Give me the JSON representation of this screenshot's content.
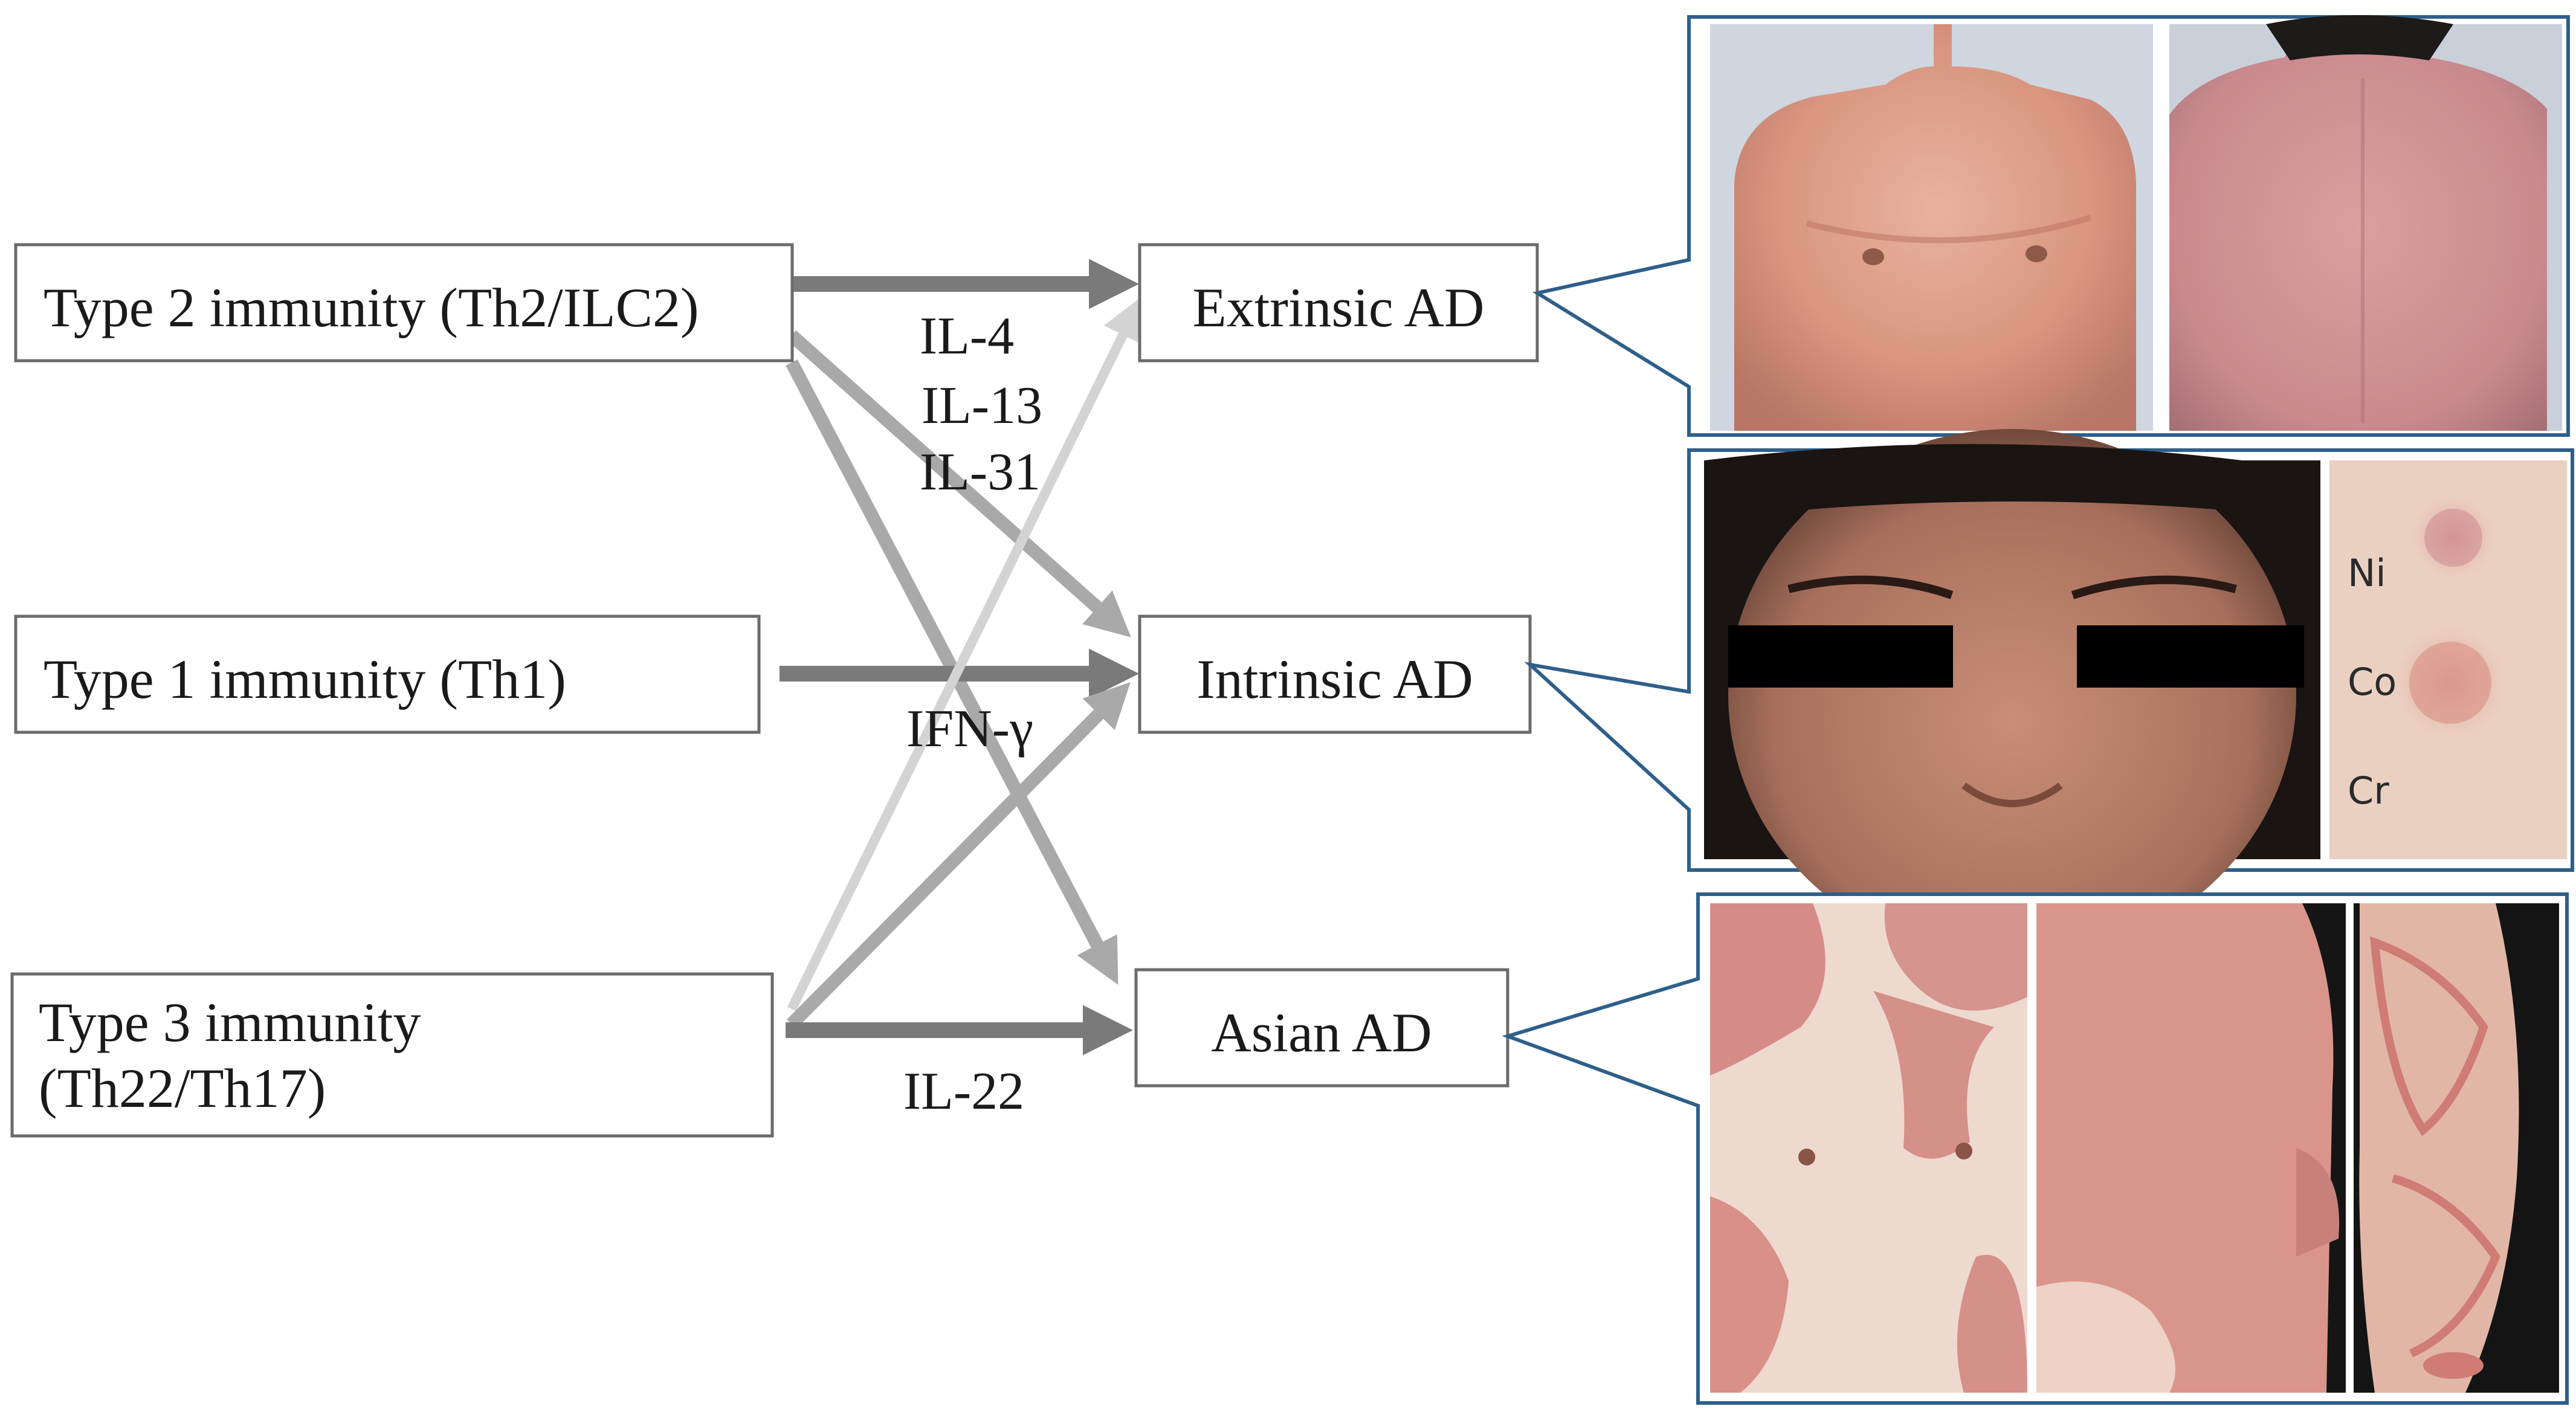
{
  "immunity_types": [
    {
      "lines": [
        "Type 2 immunity (Th2/ILC2)"
      ]
    },
    {
      "lines": [
        "Type 1 immunity (Th1)"
      ]
    },
    {
      "lines": [
        "Type 3 immunity",
        "(Th22/Th17)"
      ]
    }
  ],
  "ad_types": [
    {
      "label": "Extrinsic AD"
    },
    {
      "label": "Intrinsic AD"
    },
    {
      "label": "Asian AD"
    }
  ],
  "cytokines": {
    "type2": [
      "IL-4",
      "IL-13",
      "IL-31"
    ],
    "type1": "IFN-γ",
    "type3": "IL-22"
  },
  "patch_test_labels": [
    "Ni",
    "Co",
    "Cr"
  ],
  "colors": {
    "box_border": "#6b6b6b",
    "arrow_dark": "#7a7a7a",
    "arrow_mid": "#a9a9a9",
    "arrow_light": "#d3d3d3",
    "callout_border": "#2e5f8a"
  }
}
